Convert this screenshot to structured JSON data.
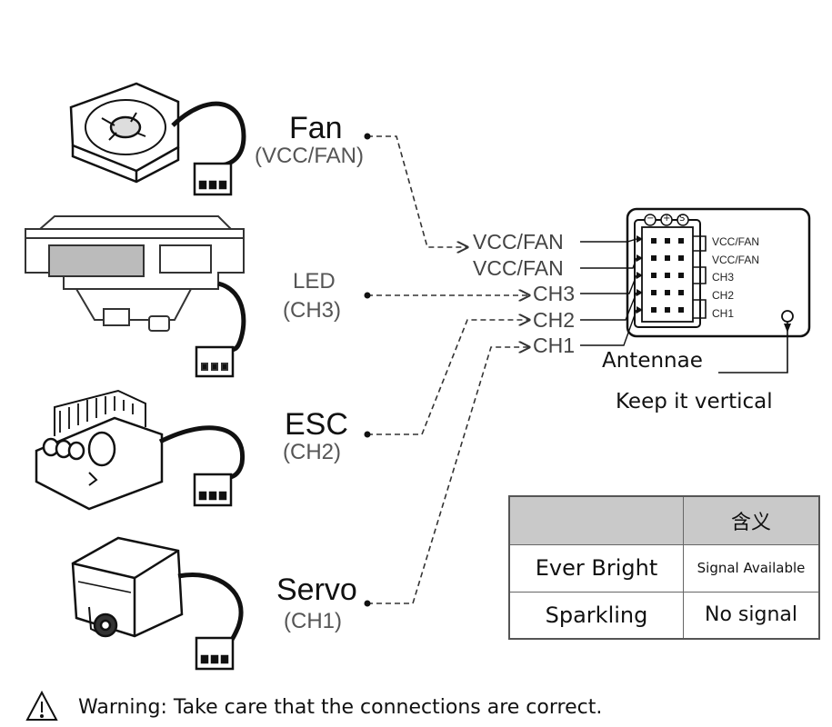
{
  "devices": {
    "fan": {
      "name": "Fan",
      "channel": "(VCC/FAN)"
    },
    "led": {
      "name": "LED",
      "channel": "(CH3)"
    },
    "esc": {
      "name": "ESC",
      "channel": "(CH2)"
    },
    "servo": {
      "name": "Servo",
      "channel": "(CH1)"
    }
  },
  "receiver_ports": [
    "VCC/FAN",
    "VCC/FAN",
    "CH3",
    "CH2",
    "CH1"
  ],
  "receiver": {
    "header_symbols": [
      "−",
      "+",
      "S"
    ],
    "pin_labels": [
      "VCC/FAN",
      "VCC/FAN",
      "CH3",
      "CH2",
      "CH1"
    ],
    "antenna_label": "Antennae",
    "antenna_note": "Keep it vertical"
  },
  "legend_table": {
    "header": [
      "",
      "含义"
    ],
    "rows": [
      {
        "state": "Ever Bright",
        "meaning": "Signal Available"
      },
      {
        "state": "Sparkling",
        "meaning": "No signal"
      }
    ]
  },
  "warning": {
    "icon": "warning-triangle-icon",
    "text": "Warning: Take care that the connections are correct."
  }
}
